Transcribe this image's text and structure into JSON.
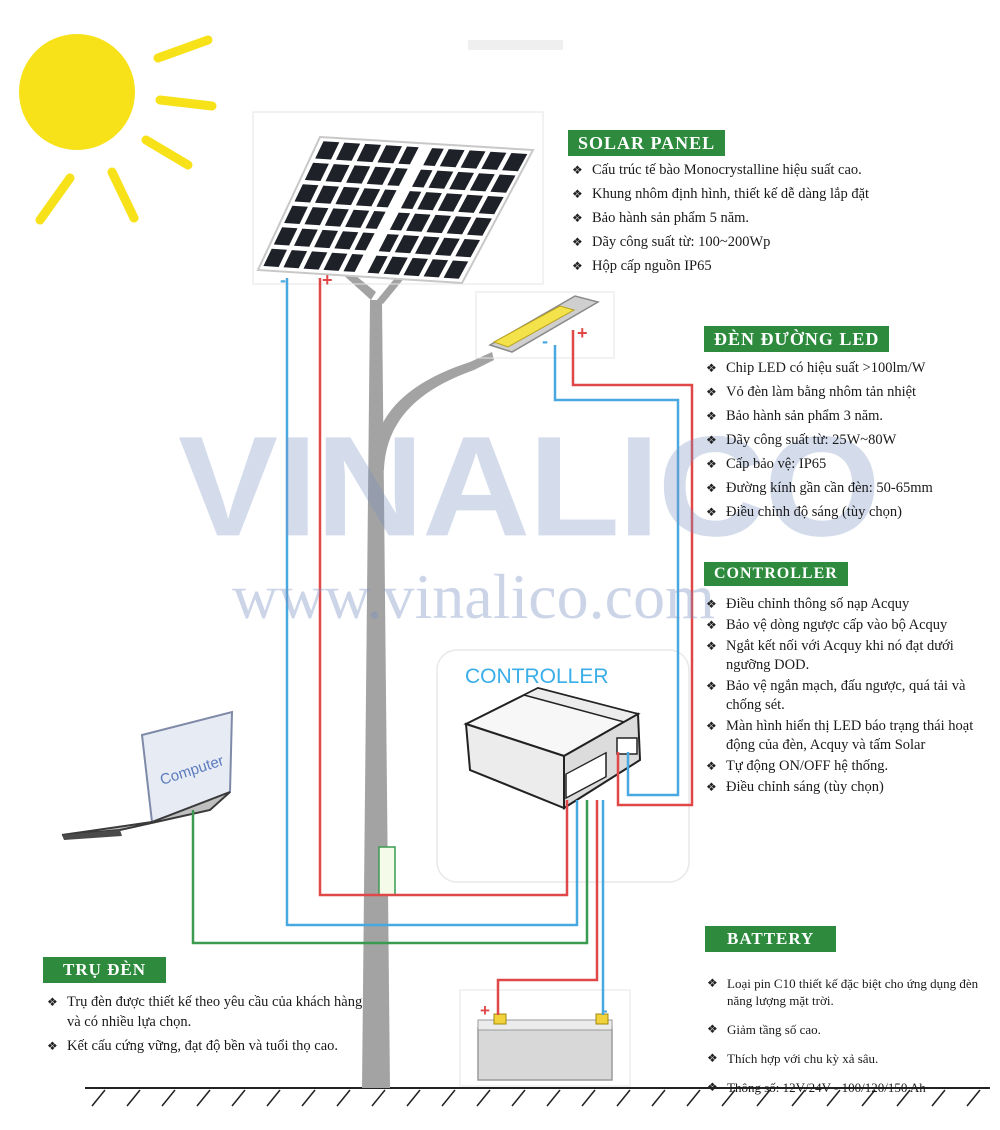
{
  "sections": {
    "solar_panel": {
      "title": "SOLAR PANEL",
      "items": [
        "Cấu trúc tế bào Monocrystalline hiệu suất cao.",
        "Khung nhôm định hình, thiết kế dễ dàng lắp đặt",
        "Bảo hành sản phẩm 5 năm.",
        "Dãy công suất từ: 100~200Wp",
        "Hộp cấp nguồn IP65"
      ]
    },
    "led_light": {
      "title": "ĐÈN ĐƯỜNG LED",
      "items": [
        "Chip LED có hiệu suất >100lm/W",
        "Vỏ đèn làm bằng nhôm tản nhiệt",
        "Bảo hành sản phẩm 3 năm.",
        "Dãy công suất từ: 25W~80W",
        "Cấp bảo vệ: IP65",
        "Đường kính gần cần đèn: 50-65mm",
        "Điều chỉnh độ sáng (tùy chọn)"
      ]
    },
    "controller": {
      "title": "CONTROLLER",
      "items": [
        "Điều chỉnh thông số nạp Acquy",
        "Bảo vệ dòng ngược cấp vào bộ Acquy",
        "Ngắt kết nối với Acquy khi nó đạt dưới ngưỡng DOD.",
        "Bảo vệ ngắn mạch, đấu ngược, quá tải và chống sét.",
        "Màn hình hiển thị LED báo trạng thái hoạt động của đèn, Acquy và tấm Solar",
        "Tự động ON/OFF hệ thống.",
        "Điều chỉnh sáng (tùy chọn)"
      ]
    },
    "battery": {
      "title": "BATTERY",
      "items": [
        "Loại pin C10 thiết kế đặc biệt cho ứng dụng đèn năng lượng mặt trời.",
        "Giảm tầng số cao.",
        "Thích hợp với chu kỳ xả sâu.",
        "Thông số: 12V/24V - 100/120/150 Ah"
      ]
    },
    "pole": {
      "title": "TRỤ ĐÈN",
      "items": [
        "Trụ đèn được thiết kế theo yêu cầu của khách hàng và có nhiều lựa chọn.",
        "Kết cấu cứng vững, đạt độ bền và tuổi thọ cao."
      ]
    }
  },
  "diagram": {
    "controller_label": "CONTROLLER",
    "computer_label": "Computer",
    "panel_minus": "-",
    "panel_plus": "+",
    "lamp_minus": "-",
    "lamp_plus": "+",
    "battery_plus": "+",
    "battery_minus": "-"
  },
  "watermark": {
    "logo": "VINALICO",
    "url": "www.vinalico.com"
  },
  "colors": {
    "header_green": "#2e8b3e",
    "wire_red": "#e04848",
    "wire_blue": "#4aa8e0",
    "wire_green": "#3a9a50",
    "sun_yellow": "#f7e21a",
    "pole_gray": "#a3a3a3",
    "watermark_blue": "#9aaed0"
  }
}
